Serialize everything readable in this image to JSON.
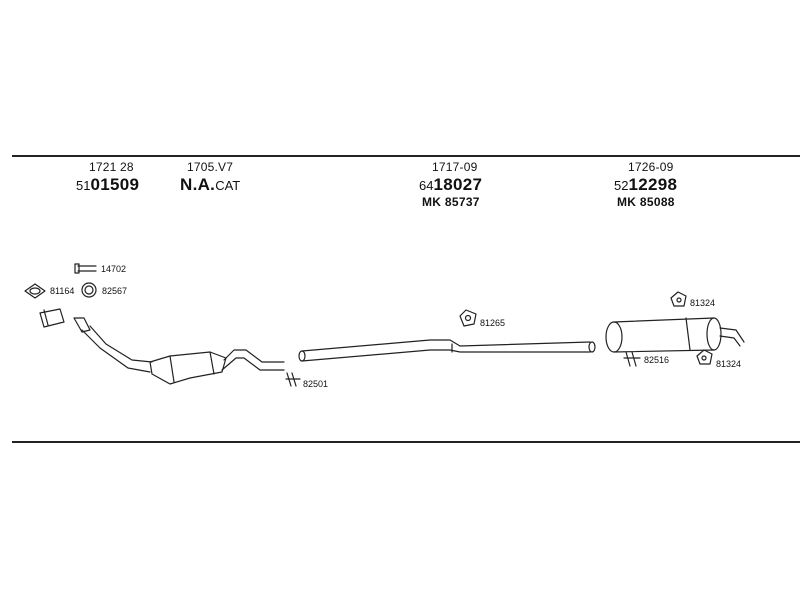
{
  "parts": [
    {
      "code_top": "1721 28",
      "prefix": "51",
      "number": "01509",
      "mk": ""
    },
    {
      "code_top": "1705.V7",
      "prefix": "",
      "number": "N.A.",
      "suffix": "CAT",
      "mk": ""
    },
    {
      "code_top": "1717-09",
      "prefix": "64",
      "number": "18027",
      "mk": "MK 85737"
    },
    {
      "code_top": "1726-09",
      "prefix": "52",
      "number": "12298",
      "mk": "MK 85088"
    }
  ],
  "small_parts": [
    {
      "label": "14702"
    },
    {
      "label": "81164"
    },
    {
      "label": "82567"
    },
    {
      "label": "82501"
    },
    {
      "label": "81265"
    },
    {
      "label": "81324"
    },
    {
      "label": "82516"
    },
    {
      "label": "81324"
    }
  ]
}
